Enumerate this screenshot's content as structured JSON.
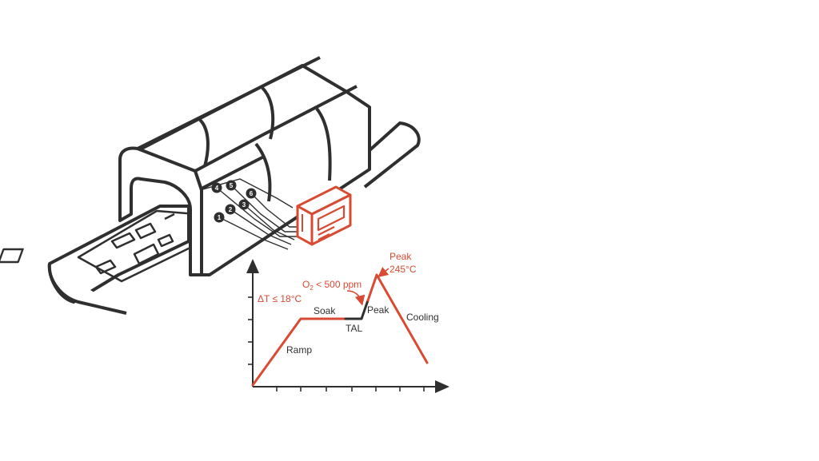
{
  "oven": {
    "thermocouple_numbers": [
      "1",
      "2",
      "3",
      "4",
      "5",
      "6"
    ]
  },
  "profile": {
    "delta_t_label": "ΔT ≤ 18°C",
    "o2_label_prefix": "O",
    "o2_label_sub": "2",
    "o2_label_suffix": " < 500 ppm",
    "peak_title": "Peak",
    "peak_temp": "245°C",
    "phase_ramp": "Ramp",
    "phase_soak": "Soak",
    "phase_tal": "TAL",
    "phase_peak": "Peak",
    "phase_cooling": "Cooling"
  },
  "colors": {
    "line": "#2f2f2f",
    "accent": "#d94a33",
    "background": "#ffffff"
  },
  "icons": [
    "thermocouple-bead-icon",
    "data-logger-icon",
    "pcb-board-icon"
  ]
}
